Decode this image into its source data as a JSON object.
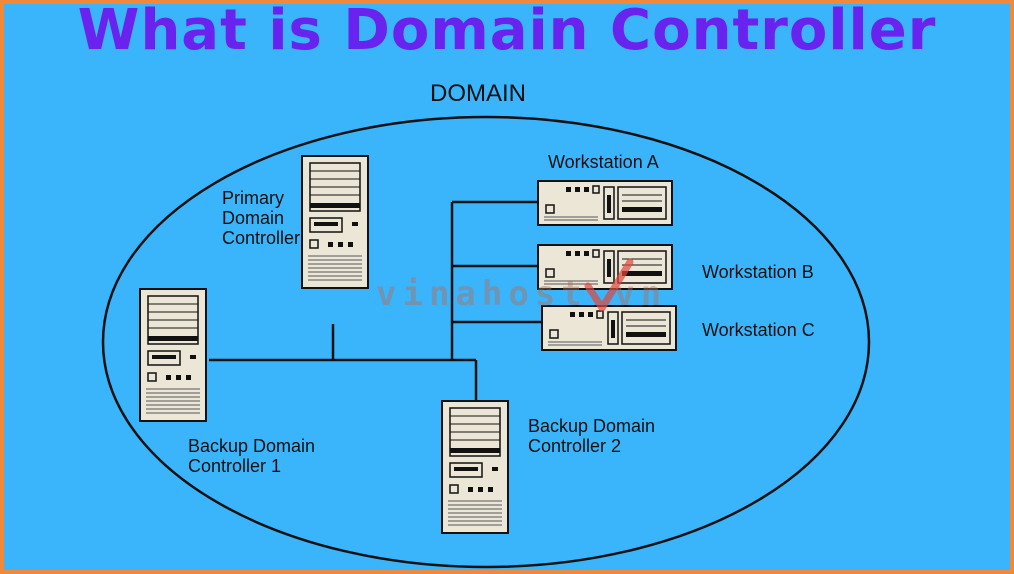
{
  "title": "What is Domain Controller",
  "domain_label": "DOMAIN",
  "nodes": {
    "primary_dc": {
      "line1": "Primary",
      "line2": "Domain",
      "line3": "Controller"
    },
    "backup_dc1": {
      "line1": "Backup Domain",
      "line2": "Controller 1"
    },
    "backup_dc2": {
      "line1": "Backup Domain",
      "line2": "Controller 2"
    },
    "workstation_a": "Workstation A",
    "workstation_b": "Workstation B",
    "workstation_c": "Workstation C"
  },
  "watermark": "vinahost.vn",
  "colors": {
    "background": "#3ab4fb",
    "border": "#f08a3a",
    "title": "#6a22ee",
    "device": "#ece6d6"
  }
}
